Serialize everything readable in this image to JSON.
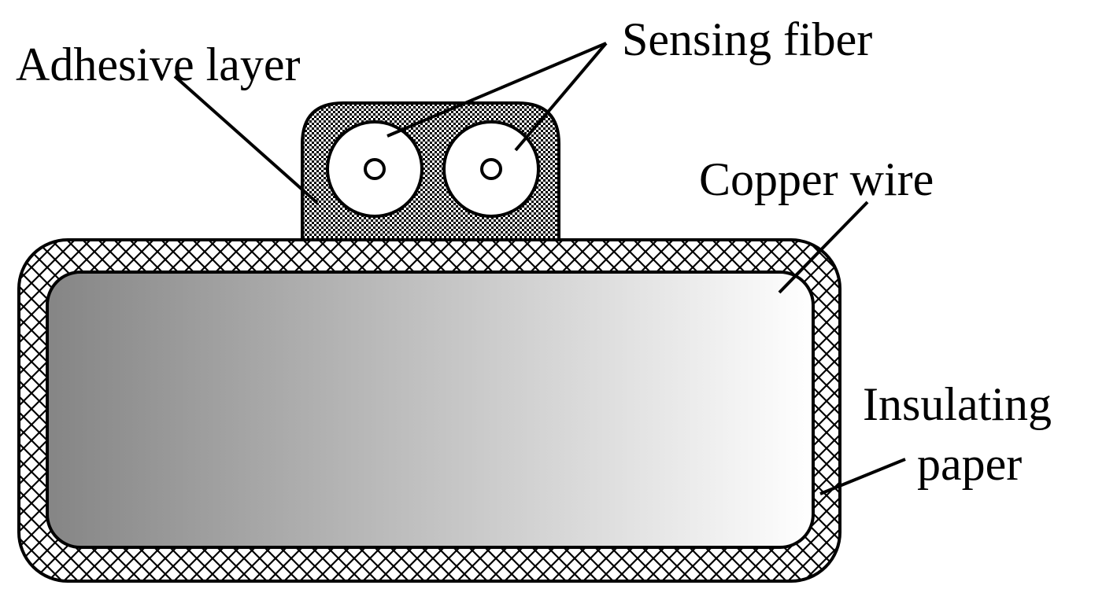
{
  "labels": {
    "adhesive_layer": "Adhesive layer",
    "sensing_fiber": "Sensing fiber",
    "copper_wire": "Copper wire",
    "insulating_line1": "Insulating",
    "insulating_line2": "paper"
  },
  "colors": {
    "outline": "#000000",
    "background": "#ffffff",
    "copper_gradient_start": "#858585",
    "copper_gradient_end": "#ffffff",
    "fiber_fill": "#ffffff"
  }
}
